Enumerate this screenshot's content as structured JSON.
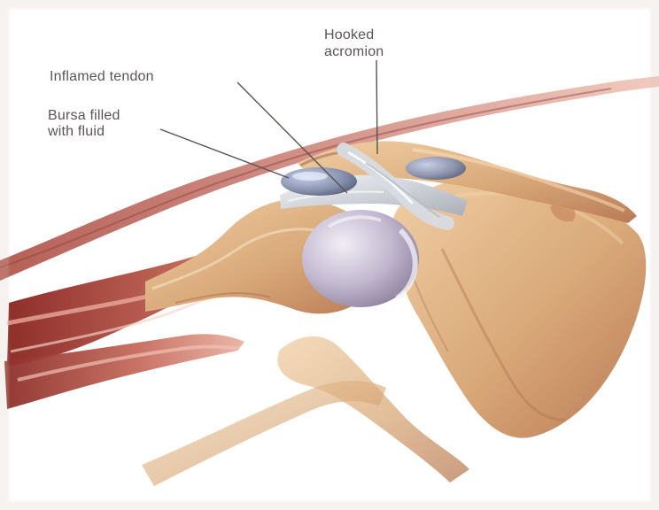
{
  "labels": {
    "inflamed_tendon": "Inflamed tendon",
    "bursa": {
      "line1": "Bursa filled",
      "line2": "with fluid"
    },
    "hooked_acromion": {
      "line1": "Hooked",
      "line2": "acromion"
    }
  },
  "colors": {
    "background": "#ffffff",
    "muscle": "#b9564c",
    "bone": "#d9a979",
    "bone_shadow": "#b97a55",
    "cartilage": "#b6adc2",
    "bursa": "#8791ad",
    "tendon": "#d8dbe1",
    "leader_line": "#5b5150"
  }
}
